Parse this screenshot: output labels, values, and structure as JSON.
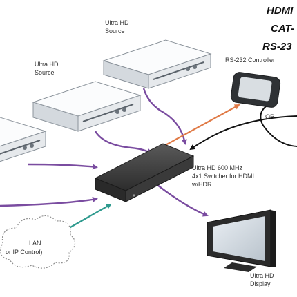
{
  "legend": [
    "HDMI",
    "CAT-",
    "RS-23"
  ],
  "labels": {
    "source_top": [
      "Ultra HD",
      "Source"
    ],
    "source_mid": [
      "Ultra HD",
      "Source"
    ],
    "controller": "RS-232 Controller",
    "or": "OR",
    "switcher": [
      "Ultra HD 600 MHz",
      "4x1 Switcher for HDMI",
      "w/HDR"
    ],
    "lan": [
      "LAN",
      "or IP Control)"
    ],
    "display": [
      "Ultra HD",
      "Display"
    ]
  },
  "colors": {
    "hdmi": "#7a4ca0",
    "cat": "#2e9a8e",
    "rs232": "#e07a46",
    "ir": "#111111",
    "device_body": "#f2f4f6",
    "device_front": "#c9ced4",
    "switcher": "#3c3c3c"
  }
}
